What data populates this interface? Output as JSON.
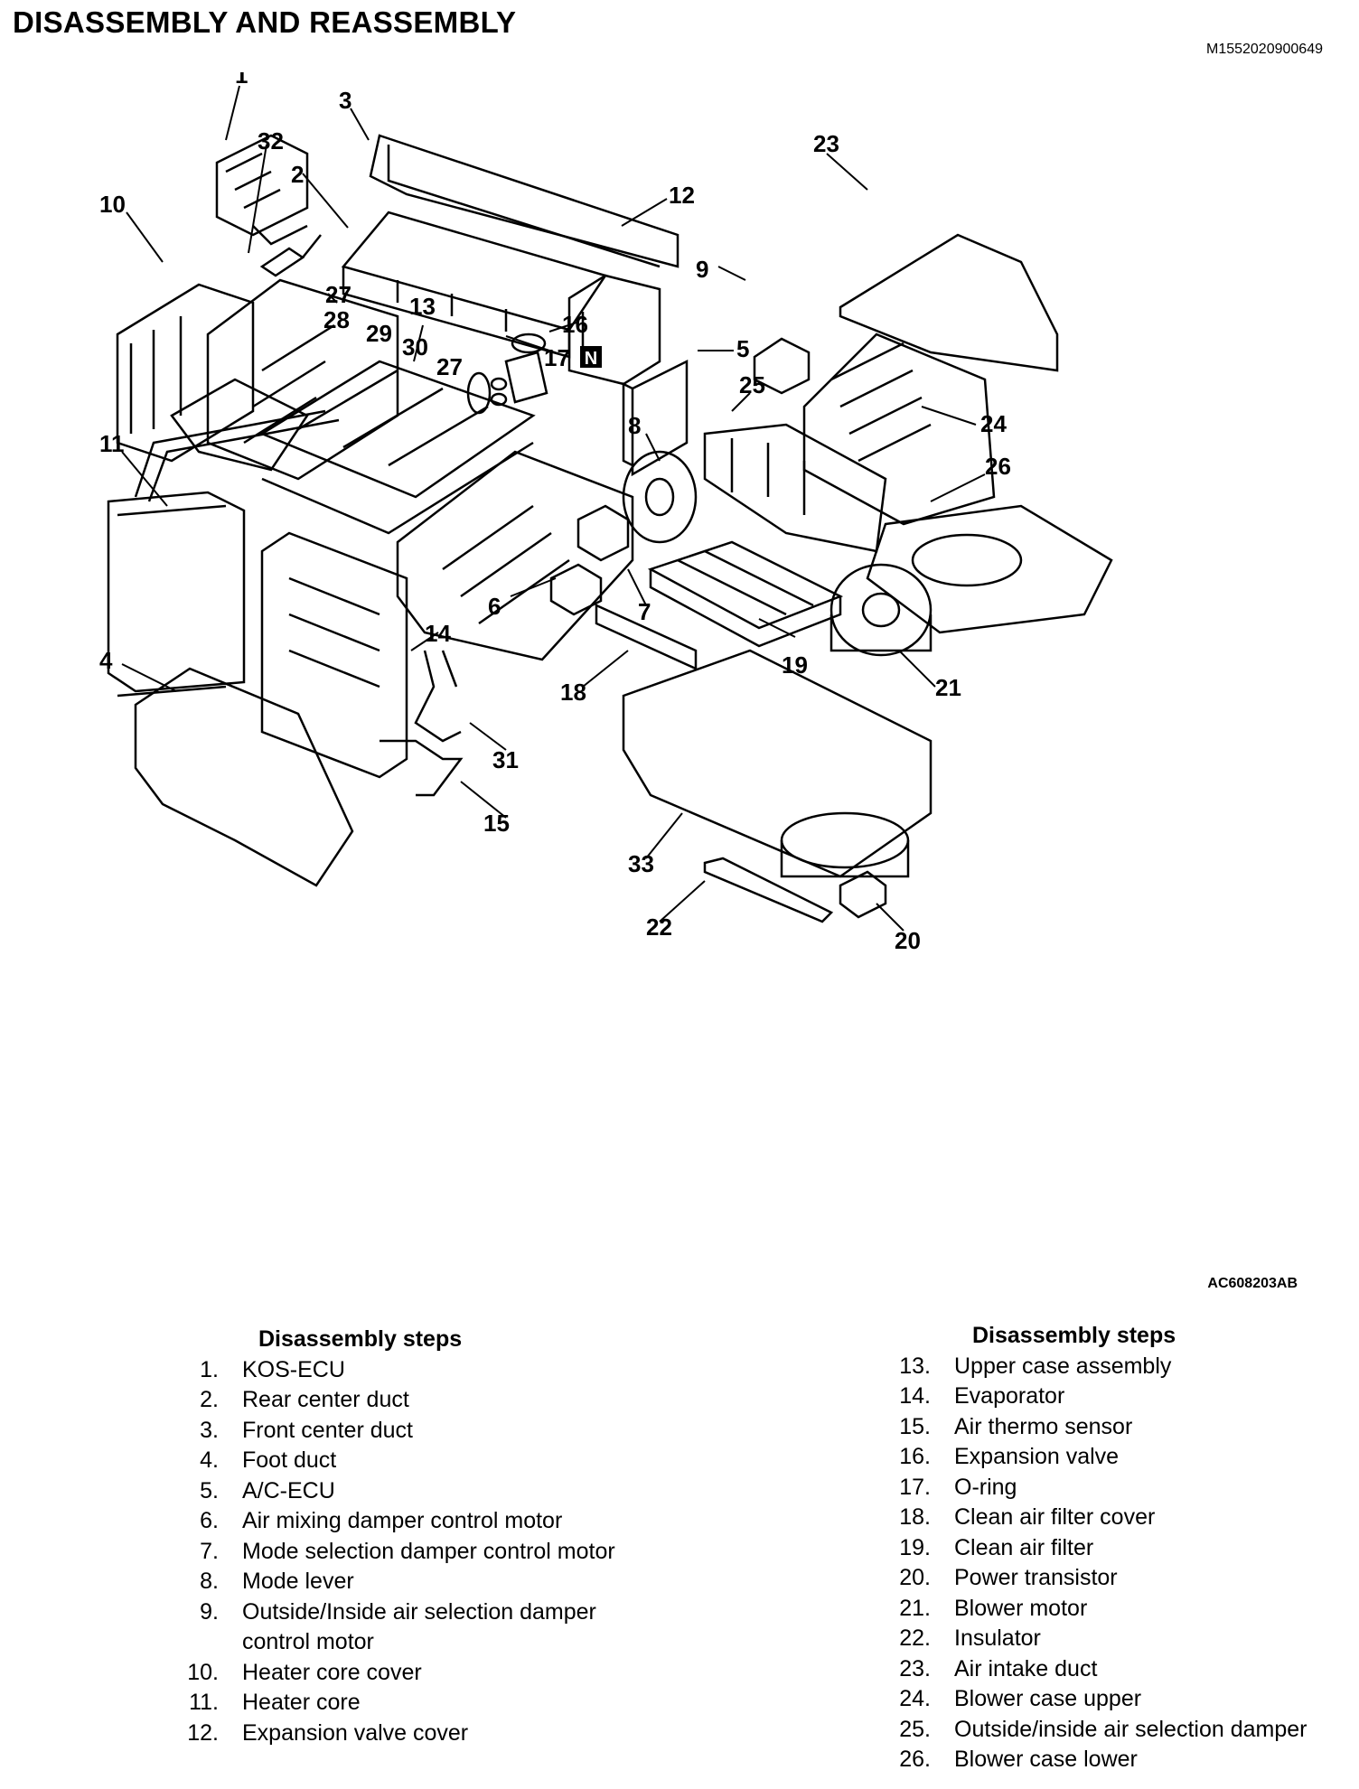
{
  "header": {
    "title": "DISASSEMBLY AND REASSEMBLY",
    "doc_id": "M1552020900649"
  },
  "figure": {
    "id": "AC608203AB",
    "callouts": [
      "1",
      "32",
      "3",
      "2",
      "12",
      "23",
      "10",
      "9",
      "27",
      "13",
      "28",
      "29",
      "30",
      "16",
      "17",
      "27",
      "5",
      "25",
      "24",
      "8",
      "26",
      "11",
      "7",
      "6",
      "14",
      "19",
      "21",
      "4",
      "18",
      "31",
      "15",
      "33",
      "22",
      "20"
    ],
    "new_part_badge": "N"
  },
  "steps_left": {
    "heading": "Disassembly steps",
    "items": [
      {
        "num": "1.",
        "label": "KOS-ECU"
      },
      {
        "num": "2.",
        "label": "Rear center duct"
      },
      {
        "num": "3.",
        "label": "Front center duct"
      },
      {
        "num": "4.",
        "label": "Foot duct"
      },
      {
        "num": "5.",
        "label": "A/C-ECU"
      },
      {
        "num": "6.",
        "label": "Air mixing damper control motor"
      },
      {
        "num": "7.",
        "label": "Mode selection damper control motor"
      },
      {
        "num": "8.",
        "label": "Mode lever"
      },
      {
        "num": "9.",
        "label": "Outside/Inside air selection damper control motor"
      },
      {
        "num": "10.",
        "label": "Heater core cover"
      },
      {
        "num": "11.",
        "label": "Heater core"
      },
      {
        "num": "12.",
        "label": "Expansion valve cover"
      }
    ]
  },
  "steps_right": {
    "heading": "Disassembly steps",
    "items": [
      {
        "num": "13.",
        "label": "Upper case assembly"
      },
      {
        "num": "14.",
        "label": "Evaporator"
      },
      {
        "num": "15.",
        "label": "Air thermo sensor"
      },
      {
        "num": "16.",
        "label": "Expansion valve"
      },
      {
        "num": "17.",
        "label": "O-ring"
      },
      {
        "num": "18.",
        "label": "Clean air filter cover"
      },
      {
        "num": "19.",
        "label": "Clean air filter"
      },
      {
        "num": "20.",
        "label": "Power transistor"
      },
      {
        "num": "21.",
        "label": "Blower motor"
      },
      {
        "num": "22.",
        "label": "Insulator"
      },
      {
        "num": "23.",
        "label": "Air intake duct"
      },
      {
        "num": "24.",
        "label": "Blower case upper"
      },
      {
        "num": "25.",
        "label": "Outside/inside air selection damper"
      },
      {
        "num": "26.",
        "label": "Blower case lower"
      }
    ]
  }
}
